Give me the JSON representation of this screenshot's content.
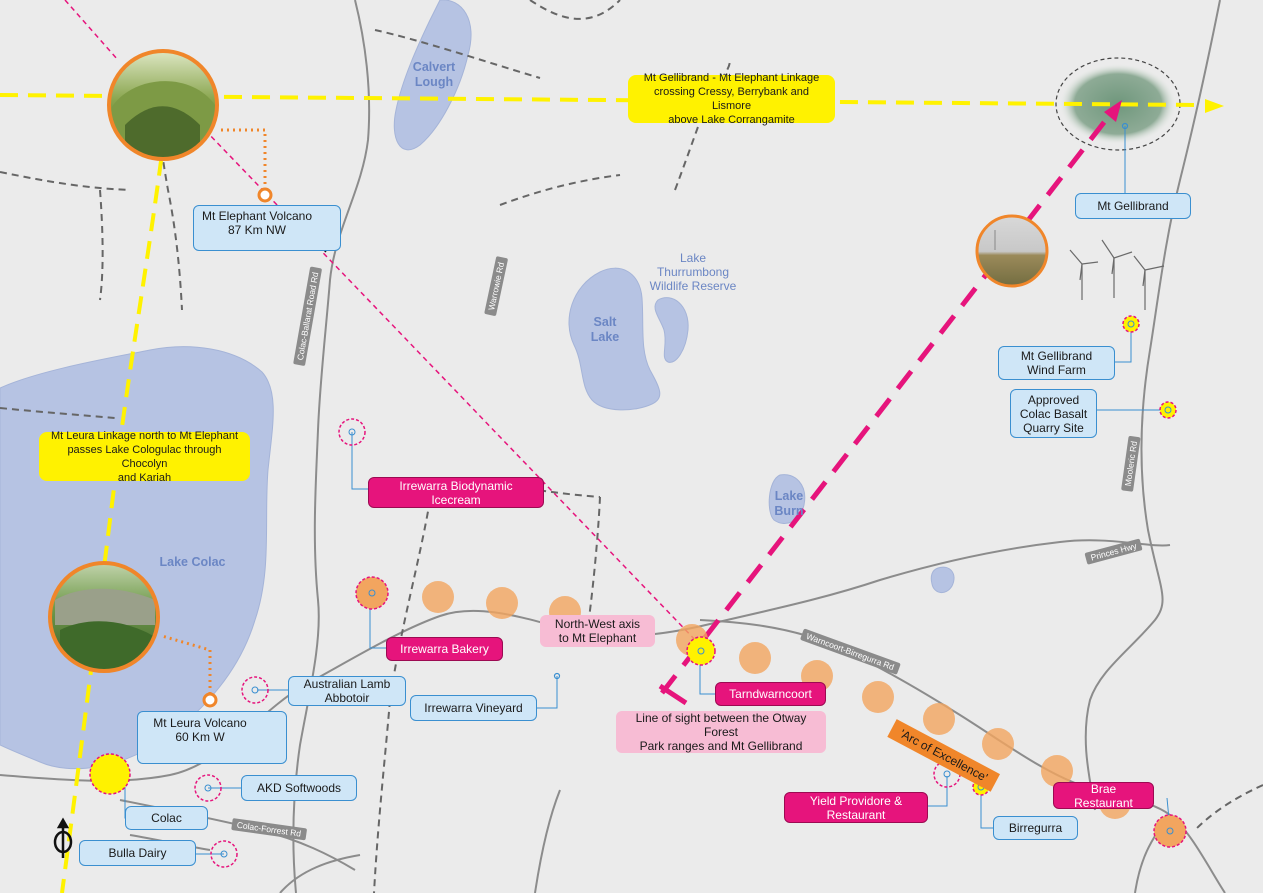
{
  "labels": {
    "elephant_volcano": "Mt Elephant Volcano\n87 Km NW",
    "leura_volcano": "Mt Leura Volcano\n60 Km W",
    "mt_gellibrand": "Mt Gellibrand",
    "wind_farm": "Mt Gellibrand\nWind Farm",
    "quarry": "Approved\nColac Basalt\nQuarry Site",
    "lamb_abbotoir": "Australian Lamb\nAbbotoir",
    "irrewarra_vineyard": "Irrewarra Vineyard",
    "akd_softwoods": "AKD Softwoods",
    "colac": "Colac",
    "bulla_dairy": "Bulla Dairy",
    "birregurra": "Birregurra",
    "biodynamic": "Irrewarra Biodynamic\nIcecream",
    "bakery": "Irrewarra Bakery",
    "tarndwarncoort": "Tarndwarncoort",
    "yield": "Yield Providore &\nRestaurant",
    "brae": "Brae Restaurant",
    "gellibrand_linkage": "Mt Gellibrand - Mt Elephant Linkage\ncrossing Cressy, Berrybank and Lismore\nabove Lake Corrangamite",
    "leura_linkage": "Mt Leura Linkage north to Mt Elephant\npasses Lake Cologulac through Chocolyn\nand Kariah",
    "nw_axis": "North-West axis\nto Mt Elephant",
    "line_of_sight": "Line of sight between the Otway Forest\nPark ranges and Mt Gellibrand",
    "arc_of_excellence": "'Arc of Excellence'"
  },
  "water": {
    "calvert_lough": "Calvert\nLough",
    "salt_lake": "Salt\nLake",
    "lake_burn": "Lake\nBurn",
    "lake_colac": "Lake Colac",
    "thurrumbong": "Lake\nThurrumbong\nWildlife Reserve"
  },
  "roads": {
    "colac_ballarat": "Colac-Ballarat Road Rd",
    "warrowie": "Warrowie Rd",
    "mooleric": "Mooleric Rd",
    "princes": "Princes Hwy",
    "warncoort_birregurra": "Warncoort-Birregurra Rd",
    "colac_forrest": "Colac-Forrest Rd"
  },
  "colors": {
    "water": "#b6c3e3",
    "road": "#8c8c8c",
    "magenta": "#e6147c",
    "yellow": "#fff200",
    "orange": "#f0862a",
    "label_blue": "#cfe6f7"
  },
  "icons": [
    "compass-icon",
    "wind-turbine-icon",
    "photo-marker-icon"
  ]
}
